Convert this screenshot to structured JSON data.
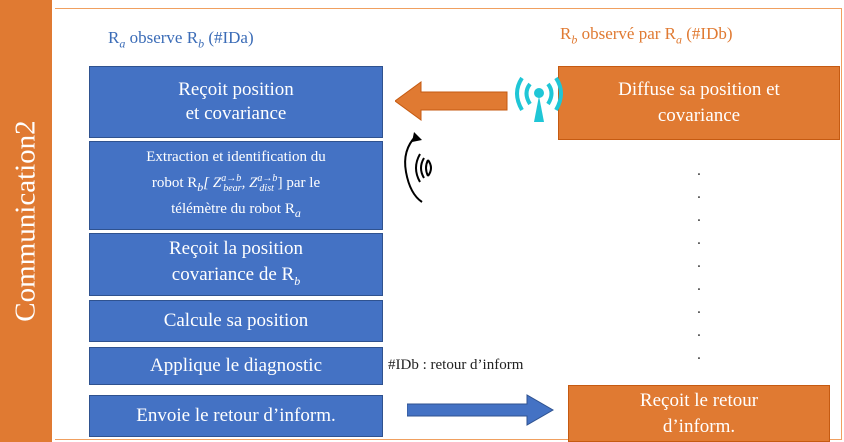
{
  "sidebar": {
    "label": "Communication2"
  },
  "headings": {
    "left": {
      "pre": "R",
      "sub": "a",
      "mid": " observe R",
      "sub2": "b",
      "post": " (#IDa)"
    },
    "right": {
      "pre": "R",
      "sub": "b",
      "mid": " observé par R",
      "sub2": "a",
      "post": " (#IDb)"
    }
  },
  "left_boxes": {
    "receive_position": {
      "line1": "Reçoit position",
      "line2": "et covariance"
    },
    "extraction": {
      "line1": "Extraction et identification du",
      "line2_pre": "robot R",
      "line2_sub": "b",
      "line2_mid": "[ Z",
      "z1_sup": "a→b",
      "z1_sub": "bear",
      "comma": ", Z",
      "z2_sup": "a→b",
      "z2_sub": "dist",
      "line2_post": " ] par le",
      "line3_pre": "télémètre du robot R",
      "line3_sub": "a"
    },
    "receive_cov": {
      "line1": "Reçoit la position",
      "line2_pre": "covariance de R",
      "line2_sub": "b"
    },
    "compute": "Calcule sa position",
    "diagnostic": "Applique le diagnostic",
    "send_feedback": "Envoie le retour d’inform."
  },
  "right_boxes": {
    "broadcast": {
      "line1": "Diffuse sa position et",
      "line2": "covariance"
    },
    "receive_feedback": {
      "line1": "Reçoit le retour",
      "line2": "d’inform."
    }
  },
  "note": "#IDb : retour d’inform",
  "dots": [
    ".",
    ".",
    ".",
    ".",
    ".",
    ".",
    ".",
    ".",
    "."
  ],
  "colors": {
    "blue": "#4472c4",
    "orange": "#e07a32",
    "cyan": "#1fc6d6"
  },
  "icons": [
    "antenna-icon",
    "rotating-sensor-icon"
  ]
}
